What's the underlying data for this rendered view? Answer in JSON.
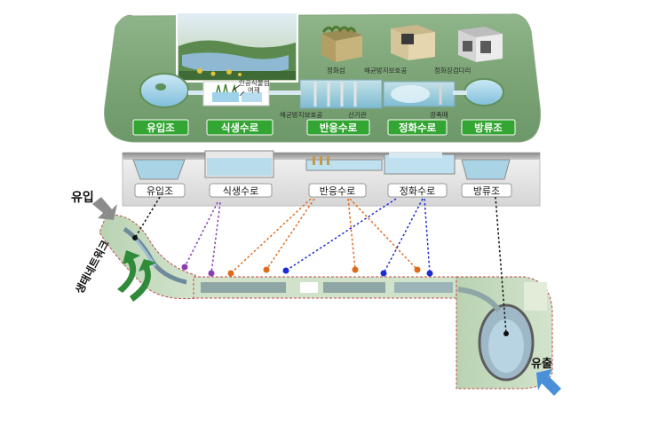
{
  "stages_top": [
    "유입조",
    "식생수로",
    "반응수로",
    "정화수로",
    "방류조"
  ],
  "stages_section": [
    "유입조",
    "식생수로",
    "반응수로",
    "정화수로",
    "방류조"
  ],
  "component_labels": {
    "artificial_wetland": "인공식물섬",
    "media": "여재",
    "purification_island": "정화섬",
    "algae_protection": "해균방지보호공",
    "purification_gabion": "정화징검다리",
    "algae_protection_bottom": "해균방지보호공",
    "aeration_pipe": "산기관",
    "catalyst": "광촉매"
  },
  "flow": {
    "inflow": "유입",
    "outflow": "유출",
    "eco_network": "생태네트워크"
  },
  "colors": {
    "stage_green": "#33a532",
    "inlet_dots": "#111111",
    "vegetation_dots": "#8a3fb0",
    "reaction_dots": "#e06a1a",
    "purification_dots": "#1c2bd8",
    "outlet_dots": "#111111",
    "arrow_inout": "#4a90d9",
    "eco_arrow": "#2f8a3a"
  }
}
